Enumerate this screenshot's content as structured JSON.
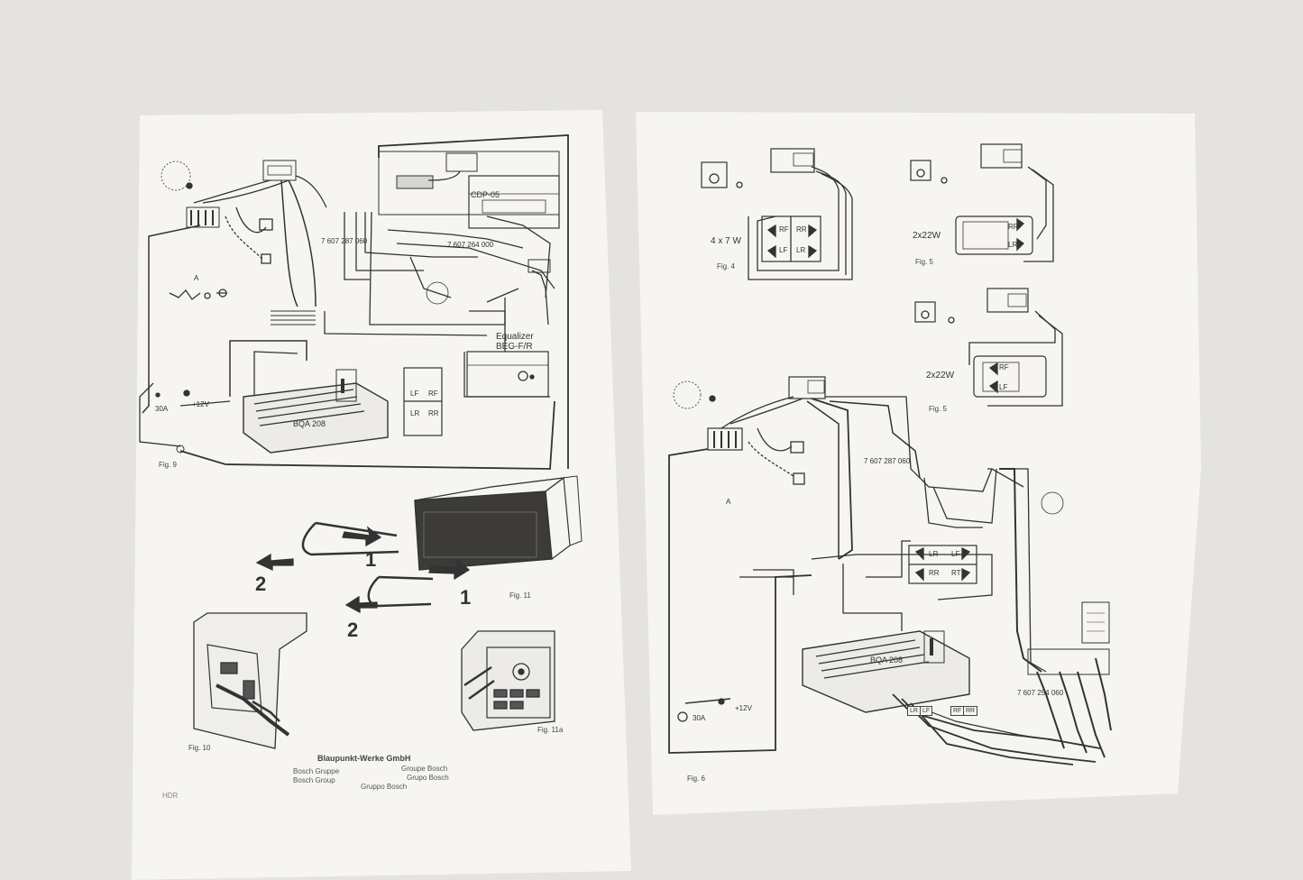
{
  "left_page": {
    "fig9": {
      "caption": "Fig. 9",
      "cdp_label": "CDP-05",
      "part_no_1": "7 607 287 060",
      "part_no_2": "7 607 264 000",
      "equalizer": "Equalizer",
      "equalizer_model": "BEG-F/R",
      "amp_label": "BQA 208",
      "speaker_lf": "LF",
      "speaker_rf": "RF",
      "speaker_lr": "LR",
      "speaker_rr": "RR",
      "fuse": "30A",
      "power": "+12V",
      "marker_a": "A"
    },
    "fig11": {
      "caption": "Fig. 11",
      "steps": [
        "1",
        "1",
        "2",
        "2"
      ]
    },
    "fig10": {
      "caption": "Fig. 10"
    },
    "fig11a": {
      "caption": "Fig. 11a"
    },
    "footer": {
      "company": "Blaupunkt-Werke GmbH",
      "lines": [
        "Bosch Gruppe",
        "Bosch Group",
        "Groupe Bosch",
        "Gruppo Bosch",
        "Grupo Bosch"
      ],
      "code": "HDR"
    }
  },
  "right_page": {
    "fig4": {
      "caption": "Fig. 4",
      "power": "4 x 7 W",
      "rf": "RF",
      "lf": "LF",
      "rr": "RR",
      "lr": "LR"
    },
    "fig5_top": {
      "caption": "Fig. 5",
      "power": "2x22W",
      "rr": "RR",
      "lr": "LR"
    },
    "fig5_bottom": {
      "caption": "Fig. 5",
      "power": "2x22W",
      "rf": "RF",
      "lf": "LF"
    },
    "fig6": {
      "caption": "Fig. 6",
      "amp_label": "BQA 208",
      "part_no_1": "7 607 287 060",
      "part_no_2": "7 607 254 060",
      "lf": "LF",
      "rf": "RF",
      "lr": "LR",
      "rr": "RR",
      "rt": "RT",
      "fuse": "30A",
      "power": "+12V",
      "marker_a": "A"
    }
  }
}
